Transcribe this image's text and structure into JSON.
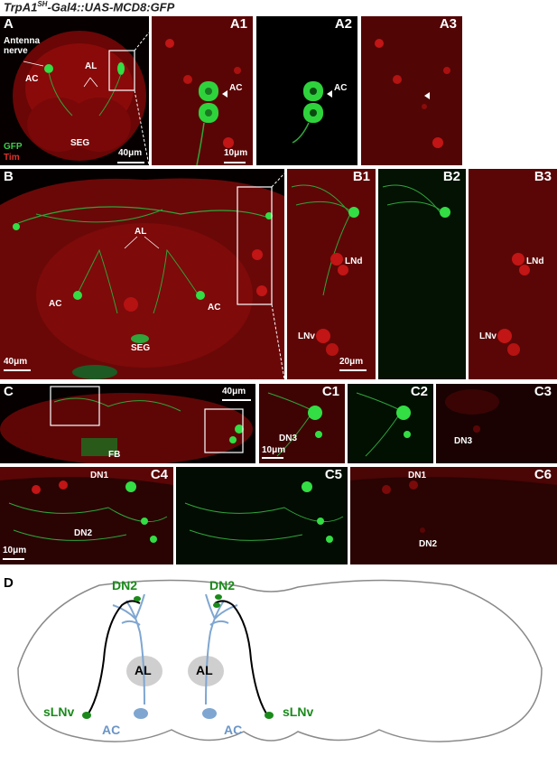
{
  "figure": {
    "title": {
      "gene": "TrpA1",
      "sup": "SH",
      "rest": "-Gal4::UAS-MCD8:GFP"
    }
  },
  "panels": {
    "A": {
      "label": "A",
      "antenna": "Antenna\nnerve",
      "ac": "AC",
      "al": "AL",
      "seg": "SEG",
      "gfp": "GFP",
      "tim": "Tim",
      "scale": "40μm"
    },
    "A1": {
      "label": "A1",
      "ac": "AC",
      "scale": "10μm"
    },
    "A2": {
      "label": "A2",
      "ac": "AC"
    },
    "A3": {
      "label": "A3"
    },
    "B": {
      "label": "B",
      "al": "AL",
      "ac": "AC",
      "seg": "SEG",
      "scale": "40μm"
    },
    "B1": {
      "label": "B1",
      "lnd": "LNd",
      "lnv": "LNv",
      "scale": "20μm"
    },
    "B2": {
      "label": "B2"
    },
    "B3": {
      "label": "B3",
      "lnd": "LNd",
      "lnv": "LNv"
    },
    "C": {
      "label": "C",
      "fb": "FB",
      "scale": "40μm"
    },
    "C1": {
      "label": "C1",
      "dn3": "DN3",
      "scale": "10μm"
    },
    "C2": {
      "label": "C2"
    },
    "C3": {
      "label": "C3",
      "dn3": "DN3"
    },
    "C4": {
      "label": "C4",
      "dn1": "DN1",
      "dn2": "DN2",
      "scale": "10μm"
    },
    "C5": {
      "label": "C5"
    },
    "C6": {
      "label": "C6",
      "dn1": "DN1",
      "dn2": "DN2"
    }
  },
  "diagram": {
    "label": "D",
    "dn2_left": "DN2",
    "dn2_right": "DN2",
    "al_left": "AL",
    "al_right": "AL",
    "ac_left": "AC",
    "ac_right": "AC",
    "slnv_left": "sLNv",
    "slnv_right": "sLNv",
    "colors": {
      "green": "#1a8a1a",
      "blue": "#7fa6d1",
      "outline": "#8a8a8a",
      "al_fill": "#cfcfcf"
    }
  }
}
